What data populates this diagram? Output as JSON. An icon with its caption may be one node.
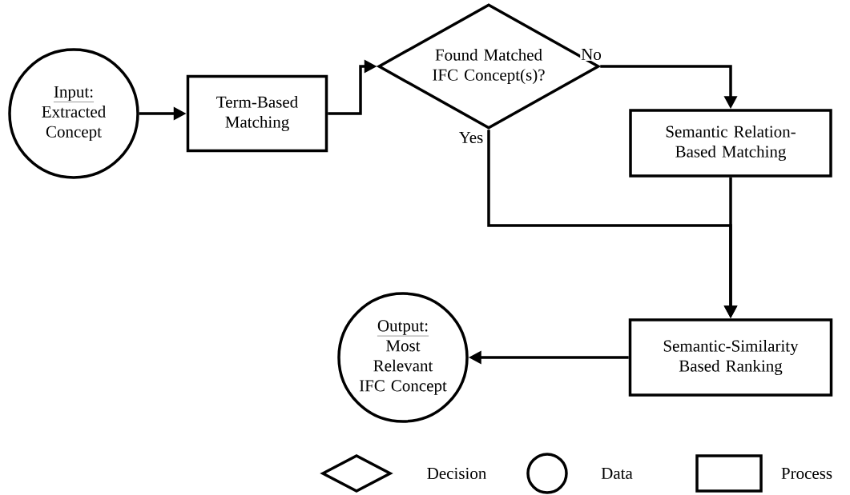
{
  "diagram": {
    "nodes": [
      {
        "text": [
          "Input:",
          "Extracted Concept"
        ]
      },
      {
        "text": [
          "Term-Based Matching"
        ]
      },
      {
        "text": [
          "Found Matched IFC Concept(s)?"
        ]
      },
      {
        "text": [
          "Semantic Relation-Based Matching"
        ]
      },
      {
        "text": [
          "Semantic-Similarity Based Ranking"
        ]
      },
      {
        "text": [
          "Output:",
          "Most Relevant IFC Concept"
        ]
      }
    ],
    "edges": [
      {
        "from": 0,
        "to": 1,
        "arrow": "to"
      },
      {
        "from": 1,
        "to": 2,
        "arrow": "to"
      },
      {
        "from": 2,
        "to": 3,
        "arrow": "to",
        "label": "No"
      },
      {
        "from": 2,
        "to": 4,
        "arrow": "to",
        "label": "Yes"
      },
      {
        "from": 3,
        "to": 4,
        "arrow": "to"
      },
      {
        "from": 4,
        "to": 5,
        "arrow": "to"
      }
    ],
    "legend": [
      {
        "text": "Decision"
      },
      {
        "text": "Data"
      },
      {
        "text": "Process"
      }
    ]
  }
}
